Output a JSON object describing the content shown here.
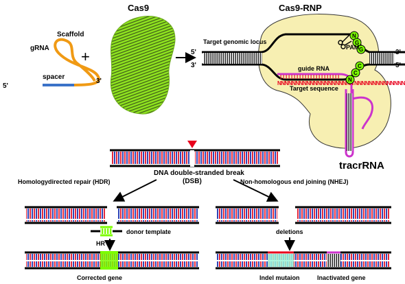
{
  "labels": {
    "cas9": "Cas9",
    "cas9_rnp": "Cas9-RNP",
    "scaffold": "Scaffold",
    "grna": "gRNA",
    "spacer": "spacer",
    "five_prime": "5'",
    "three_prime": "3'",
    "plus": "+",
    "target_genomic_locus": "Target genomic locus",
    "guide_rna": "guide RNA",
    "target_sequence": "Target sequence",
    "pam": "PAM",
    "pam_letters": [
      "N",
      "G",
      "G"
    ],
    "pam_compl_letters": [
      "C",
      "C",
      "N"
    ],
    "n_sequence": "NNNNNNNNNNNNNNNNNNNNN",
    "tracrrna": "tracrRNA",
    "dsb_line1": "DNA double-stranded break",
    "dsb_line2": "(DSB)",
    "hdr": "Homologydirected repair (HDR)",
    "nhej": "Non-homologous end joining (NHEJ)",
    "donor_template": "donor template",
    "hr": "HR",
    "deletions": "deletions",
    "corrected_gene": "Corrected gene",
    "indel_mutation": "Indel mutaion",
    "inactivated_gene": "Inactivated gene"
  },
  "colors": {
    "red_stripe": "#e5283b",
    "blue_stripe": "#2e44b8",
    "green": "#7cfc00",
    "cyan_patch": "#9ef5d8",
    "rnp_body": "#f7efb2",
    "grna_orange": "#f09a14",
    "spacer_blue": "#3b72c8",
    "magenta": "#cc33cc",
    "cut_marker": "#e8001c"
  }
}
